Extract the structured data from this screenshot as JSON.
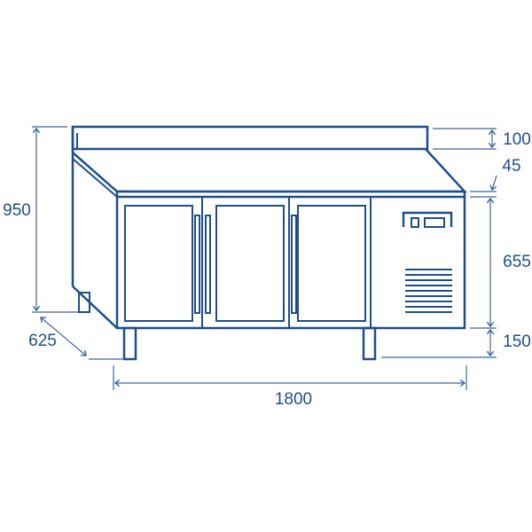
{
  "colors": {
    "line": "#1f4e8c",
    "background": "#ffffff"
  },
  "dimensions": {
    "total_height": "950",
    "depth": "625",
    "width": "1800",
    "backsplash_height": "100",
    "worktop_thickness": "45",
    "cabinet_height": "655",
    "leg_height": "150"
  }
}
